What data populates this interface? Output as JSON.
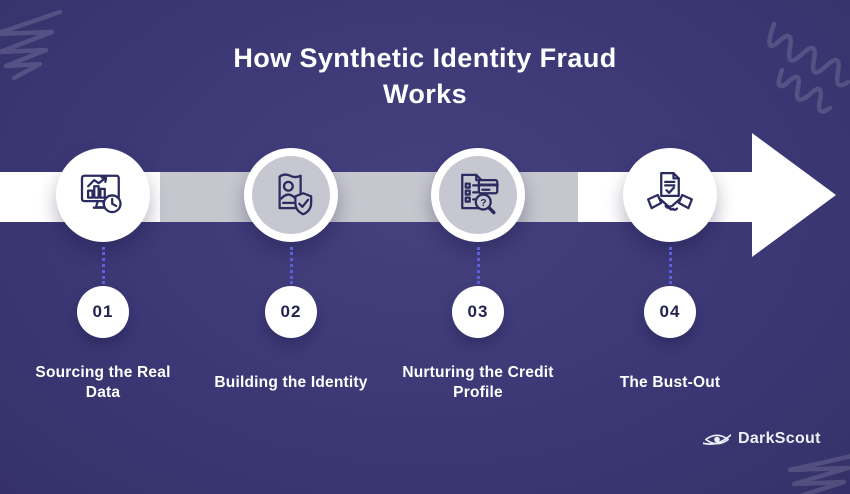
{
  "title": "How Synthetic Identity Fraud Works",
  "steps": [
    {
      "number": "01",
      "label": "Sourcing the Real Data",
      "icon": "monitor-analytics-clock-icon",
      "circle_style": "white"
    },
    {
      "number": "02",
      "label": "Building the Identity",
      "icon": "identity-document-shield-icon",
      "circle_style": "gray"
    },
    {
      "number": "03",
      "label": "Nurturing the Credit Profile",
      "icon": "credit-report-magnifier-icon",
      "circle_style": "gray"
    },
    {
      "number": "04",
      "label": "The Bust-Out",
      "icon": "contract-handshake-icon",
      "circle_style": "white"
    }
  ],
  "brand": {
    "name": "DarkScout",
    "icon": "eye-logo-icon"
  },
  "colors": {
    "background": "#3d3977",
    "timeline_white": "#ffffff",
    "timeline_gray": "#c6c6cf",
    "icon_stroke": "#2b2b5f",
    "number_text": "#232350",
    "connector_dots": "#5f5fd8",
    "text": "#ffffff"
  }
}
